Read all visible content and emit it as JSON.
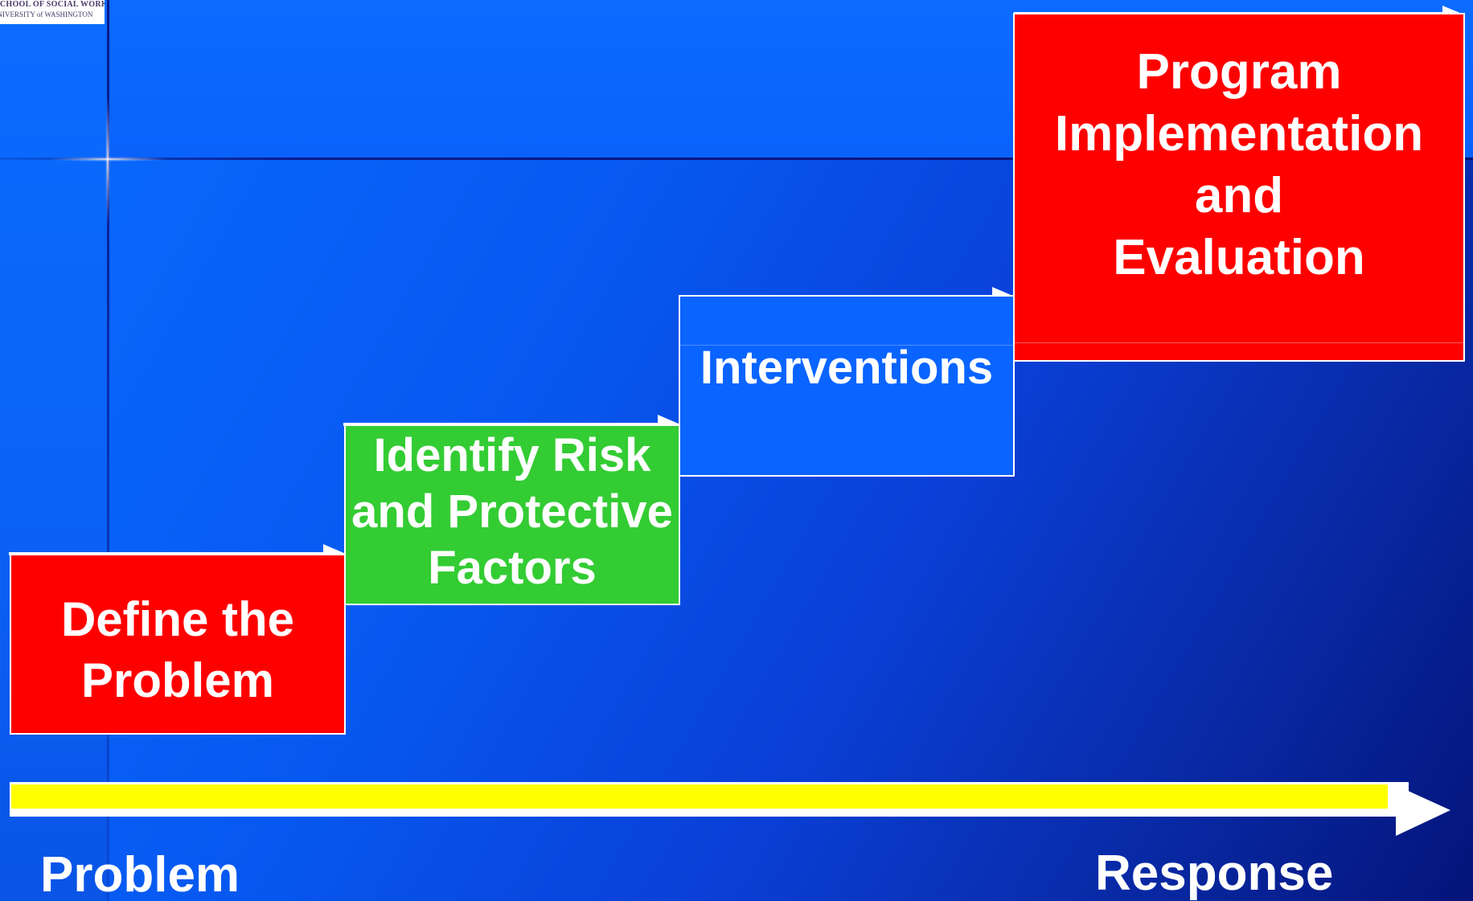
{
  "logo": {
    "line1": "SCHOOL OF SOCIAL WORK",
    "line2": "UNIVERSITY of WASHINGTON"
  },
  "steps": [
    {
      "label": "Define the\nProblem",
      "color": "#ff0000"
    },
    {
      "label": "Identify Risk\nand Protective\nFactors",
      "color": "#33cc33"
    },
    {
      "label": "Interventions",
      "color": "#0a64ff"
    },
    {
      "label": "Program\nImplementation\nand\nEvaluation",
      "color": "#ff0000"
    }
  ],
  "axis": {
    "start_label": "Problem",
    "end_label": "Response",
    "bar_color": "#ffff00"
  },
  "colors": {
    "background": "#0758f0",
    "connector": "#ffffff"
  }
}
